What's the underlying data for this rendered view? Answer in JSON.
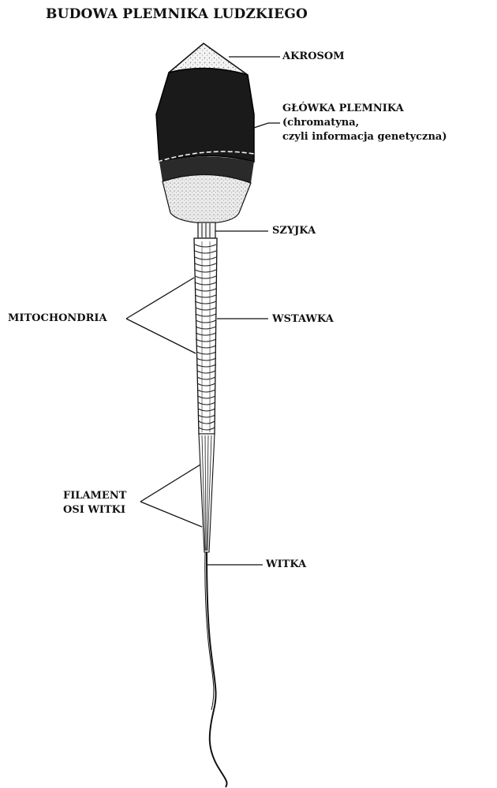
{
  "title": "BUDOWA PLEMNIKA LUDZKIEGO",
  "labels": {
    "akrosom": "AKROSOM",
    "glowka_line1": "GŁÓWKA PLEMNIKA",
    "glowka_line2": "(chromatyna,",
    "glowka_line3": "czyli informacja genetyczna)",
    "szyjka": "SZYJKA",
    "mitochondria": "MITOCHONDRIA",
    "wstawka": "WSTAWKA",
    "filament_line1": "FILAMENT",
    "filament_line2": "OSI WITKI",
    "witka": "WITKA"
  },
  "colors": {
    "ink": "#111111",
    "head": "#1a1a1a",
    "acrosome": "#e6e6e6",
    "base": "#efefef"
  }
}
